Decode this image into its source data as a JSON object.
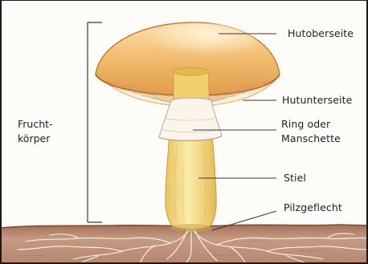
{
  "labels": {
    "hutoberseite": "Hutoberseite",
    "hutunterseite": "Hutunterseite",
    "ring_line1": "Ring oder",
    "ring_line2": "Manschette",
    "stiel": "Stiel",
    "pilzgeflecht": "Pilzgeflecht",
    "fruchtkoerper_line1": "Frucht-",
    "fruchtkoerper_line2": "körper"
  },
  "colors": {
    "cap_top": "#f0b86a",
    "cap_edge": "#d98a3c",
    "gills": "#fbe9cf",
    "stem": "#f6df8e",
    "ring": "#fbf4ea",
    "soil": "#b8836a",
    "mycelium": "#fdf6ee",
    "line": "#3a3a3a"
  }
}
